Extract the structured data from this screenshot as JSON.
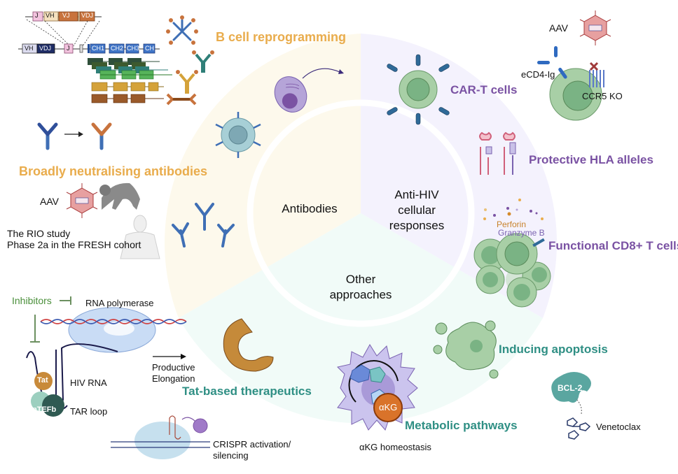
{
  "figure": {
    "core_segments": [
      {
        "label": "Antibodies",
        "color": "#fdf9ec"
      },
      {
        "label": "Anti-HIV cellular responses",
        "color": "#f4f2fd"
      },
      {
        "label": "Other approaches",
        "color": "#f1fbf8"
      }
    ],
    "center_labels": {
      "antibodies": "Antibodies",
      "anti_hiv_line1": "Anti-HIV",
      "anti_hiv_line2": "cellular",
      "anti_hiv_line3": "responses",
      "other_line1": "Other",
      "other_line2": "approaches"
    },
    "category_titles": {
      "b_cell": "B cell reprogramming",
      "bnabs": "Broadly neutralising antibodies",
      "car_t": "CAR-T cells",
      "hla": "Protective HLA alleles",
      "cd8": "Functional CD8+ T cells",
      "apoptosis": "Inducing apoptosis",
      "metabolic": "Metabolic pathways",
      "tat": "Tat-based therapeutics"
    },
    "annotations": {
      "aav_left": "AAV",
      "aav_right": "AAV",
      "rio_line1": "The RIO study",
      "rio_line2": "Phase 2a in the FRESH cohort",
      "ecd4": "eCD4-Ig",
      "ccr5": "CCR5 KO",
      "perforin": "Perforin",
      "granzyme": "Granzyme B",
      "inhibitors": "Inhibitors",
      "rna_pol": "RNA polymerase",
      "productive": "Productive",
      "elongation": "Elongation",
      "hiv_rna": "HIV RNA",
      "tar_loop": "TAR loop",
      "tat": "Tat",
      "ptefb": "pTEFb",
      "crispr_line1": "CRISPR activation/",
      "crispr_line2": "silencing",
      "akg": "αKG",
      "akg_homeo": "αKG homeostasis",
      "bcl2": "BCL-2",
      "venetoclax": "Venetoclax"
    },
    "gene_segments": {
      "top_row": [
        "J",
        "VH",
        "VJ",
        "",
        "VDJ"
      ],
      "bottom_row": [
        "VH",
        "VDJ",
        "J",
        "",
        "CH1",
        "CH2",
        "CH3",
        "CH"
      ]
    },
    "colors": {
      "gold": "#e9ac4c",
      "purple": "#7a52a3",
      "teal": "#2f8f84",
      "antibody_blue": "#3f6fb5",
      "cell_green": "#a8cfa6"
    }
  }
}
